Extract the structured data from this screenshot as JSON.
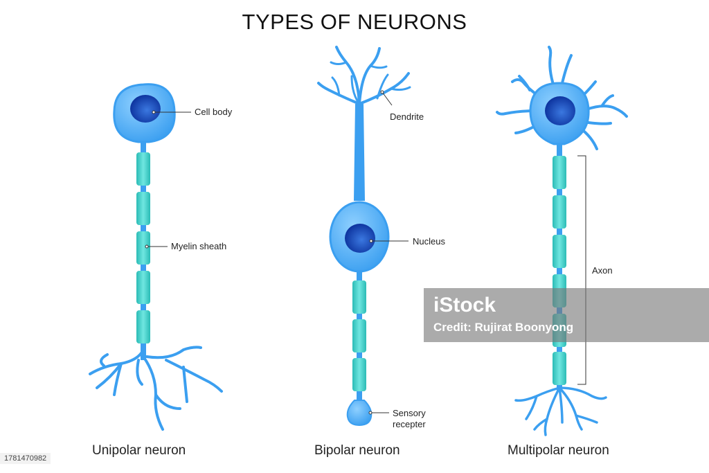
{
  "title": "TYPES OF NEURONS",
  "labels": {
    "cell_body": "Cell body",
    "myelin_sheath": "Myelin sheath",
    "dendrite": "Dendrite",
    "nucleus": "Nucleus",
    "sensory_line1": "Sensory",
    "sensory_line2": "recepter",
    "axon": "Axon"
  },
  "captions": {
    "unipolar": "Unipolar neuron",
    "bipolar": "Bipolar neuron",
    "multipolar": "Multipolar neuron"
  },
  "watermark": {
    "logo": "iStock",
    "credit": "Credit: Rujirat Boonyong"
  },
  "stock_id": "1781470982",
  "colors": {
    "membrane": "#3b9ff0",
    "membrane_light": "#8fd0ff",
    "nucleus_dark": "#0a2f9a",
    "nucleus_light": "#3b78e0",
    "myelin": "#48d8d2",
    "myelin_dark": "#2bbcb6",
    "node_dot": "#a8ffb0",
    "leader_line": "#333333"
  }
}
